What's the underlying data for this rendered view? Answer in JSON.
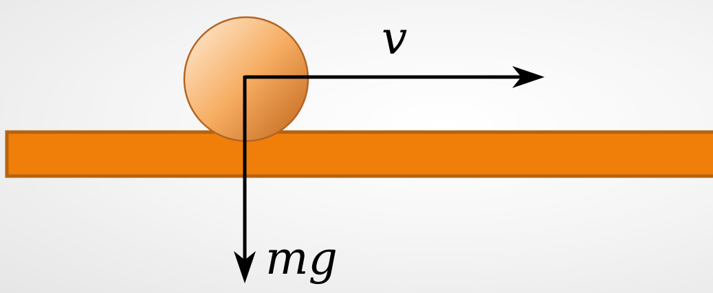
{
  "labels": {
    "velocity": "v",
    "weight": "mg"
  },
  "colors": {
    "background": "#f2f2f2",
    "plank_fill": "#f07f0a",
    "plank_stroke": "#b4630f",
    "ball_light": "#fde1c2",
    "ball_mid": "#f6ad62",
    "ball_dark": "#c86f24",
    "ball_stroke": "#b46424",
    "arrow": "#000000"
  },
  "icons": {
    "velocity_arrow": "arrow-right",
    "gravity_arrow": "arrow-down"
  }
}
